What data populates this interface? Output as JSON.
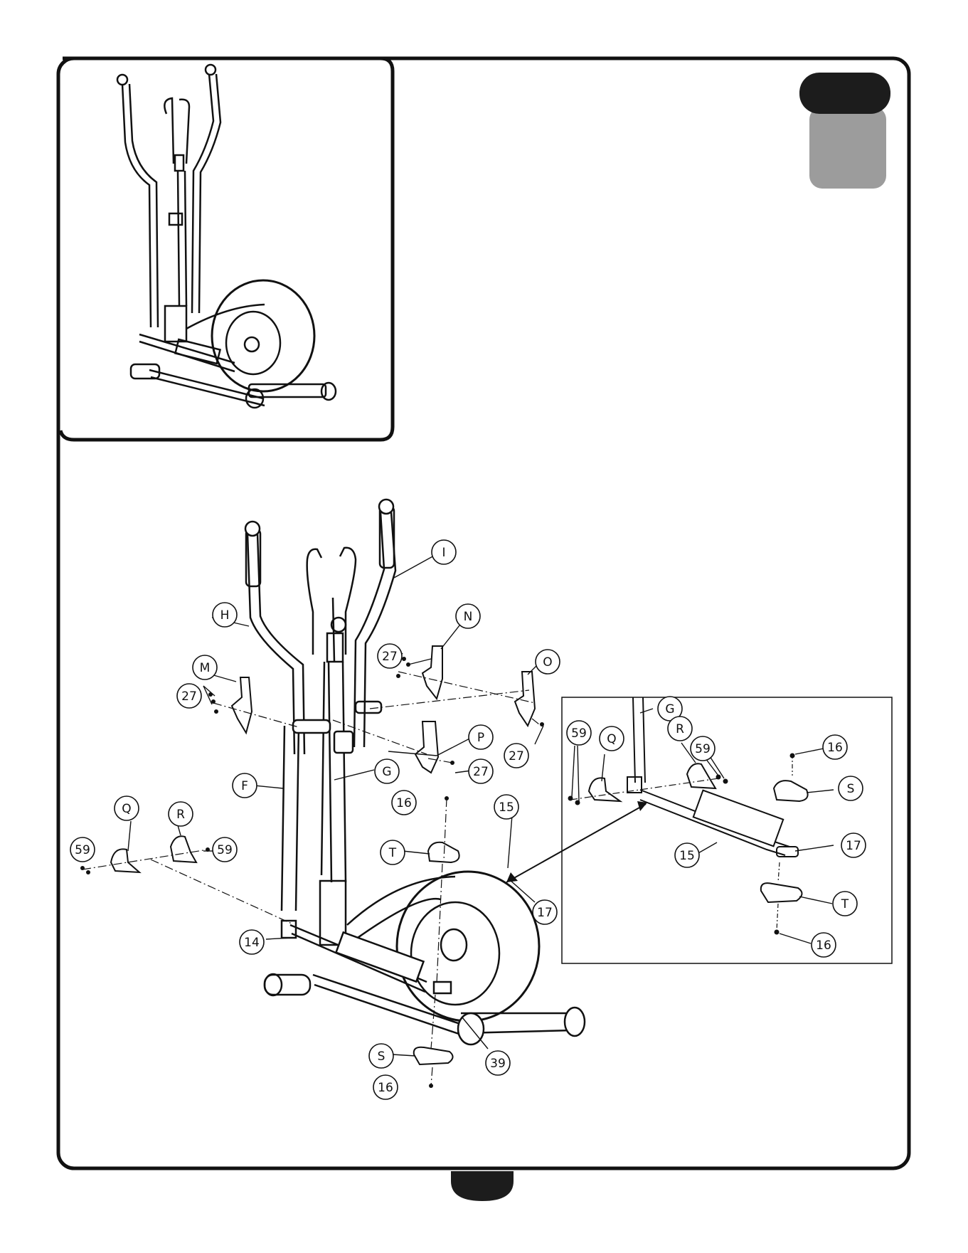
{
  "callouts": {
    "I": "I",
    "N": "N",
    "H": "H",
    "M": "M",
    "O": "O",
    "P": "P",
    "F": "F",
    "G": "G",
    "Q": "Q",
    "R": "R",
    "S": "S",
    "T": "T",
    "n27": "27",
    "n16": "16",
    "n15": "15",
    "n17": "17",
    "n14": "14",
    "n39": "39",
    "n59": "59"
  },
  "colors": {
    "step_tab_dark": "#1c1c1c",
    "step_tab_gray": "#9c9c9c",
    "line": "#111111"
  }
}
